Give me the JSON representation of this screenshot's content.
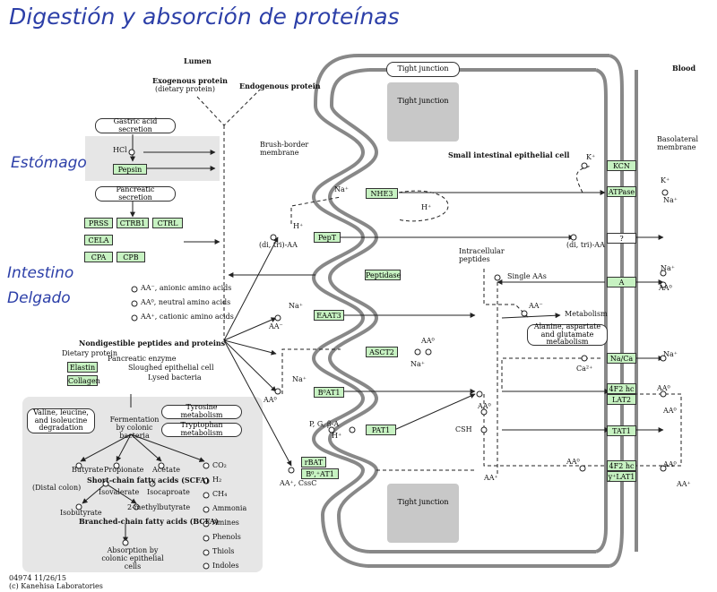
{
  "title": "Digestión y absorción de proteínas",
  "regions": {
    "stomach": "Estómago",
    "intestine_line1": "Intestino",
    "intestine_line2": "Delgado"
  },
  "compartments": {
    "lumen": "Lumen",
    "blood": "Blood",
    "cell": "Small intestinal epithelial cell",
    "brush_border": "Brush-border membrane",
    "basolateral": "Basolateral membrane"
  },
  "tight_junction": {
    "label": "Tight junction",
    "top_legend": "Tight junction"
  },
  "exogenous": {
    "title": "Exogenous protein",
    "sub": "(dietary protein)"
  },
  "endogenous": "Endogenous protein",
  "stomach": {
    "gastric_secretion": "Gastric acid secretion",
    "hcl": "HCl",
    "pepsin": "Pepsin"
  },
  "pancreas": {
    "secretion": "Pancreatic secretion",
    "enzymes": [
      "PRSS",
      "CTRB1",
      "CTRL",
      "CELA",
      "CPA",
      "CPB"
    ]
  },
  "lumen_aa": [
    "AA⁻, anionic amino acids",
    "AA⁰, neutral amino acids",
    "AA⁺, cationic amino acids"
  ],
  "apical": {
    "nhe3": "NHE3",
    "pept": "PepT",
    "peptidase": "Peptidase",
    "eaat3": "EAAT3",
    "asct2": "ASCT2",
    "b0at1": "B⁰AT1",
    "pat1": "PAT1",
    "rbat": "rBAT",
    "b0at1_plus": "B⁰,⁺AT1"
  },
  "basolateral_boxes": {
    "kcn": "KCN",
    "atpase": "ATPase",
    "unknown": "?",
    "a": "A",
    "naca": "Na/Ca",
    "f2hc1": "4F2 hc",
    "lat2": "LAT2",
    "tat1": "TAT1",
    "f2hc2": "4F2 hc",
    "ylat1": "y⁺LAT1"
  },
  "ions": {
    "na": "Na",
    "na_plus": "Na⁺",
    "k": "K",
    "k_plus": "K⁺",
    "h": "H",
    "h_plus": "H⁺",
    "ca": "Ca",
    "ca_plus": "Ca²⁺"
  },
  "species": {
    "di_tri": "(di, tri)-AA",
    "intracellular": "Intracellular peptides",
    "single_aas": "Single AAs",
    "metabolism": "Metabolism",
    "aa_minus": "AA⁻",
    "aa_zero": "AA⁰",
    "aa_plus": "AA⁺",
    "pga": "P, G, β-A",
    "csh": "CSH",
    "cssc": "AA⁺, CssC"
  },
  "glutamate_box": "Alanine, aspartate and glutamate metabolism",
  "nondigestible": {
    "title": "Nondigestible peptides and proteins",
    "dietary": "Dietary protein",
    "elastin": "Elastin",
    "collagen": "Collagen",
    "pancreatic_enzyme": "Pancreatic enzyme",
    "sloughed": "Sloughed epithelial cell",
    "lysed": "Lysed bacteria"
  },
  "colon": {
    "valine": "Valine, leucine, and isoleucine degradation",
    "fermentation": "Fermentation by colonic bacteria",
    "tyrosine": "Tyrosine metabolism",
    "tryptophan": "Tryptophan metabolism",
    "butyrate": "Butyrate",
    "propionate": "Propionate",
    "acetate": "Acetate",
    "scfa": "Short-chain fatty acids (SCFA)",
    "distal": "(Distal colon)",
    "isovalerate": "Isovalerate",
    "isocaproate": "Isocaproate",
    "methylbutyrate": "2-methylbutyrate",
    "isobutyrate": "Isobutyrate",
    "bcfa": "Branched-chain fatty acids (BCFA)",
    "absorption": "Absorption by colonic epithelial cells",
    "gases": [
      "CO₂",
      "H₂",
      "CH₄",
      "Ammonia",
      "Amines",
      "Phenols",
      "Thiols",
      "Indoles"
    ]
  },
  "footer": {
    "code": "04974 11/26/15",
    "lab": "(c) Kanehisa Laboratories"
  }
}
